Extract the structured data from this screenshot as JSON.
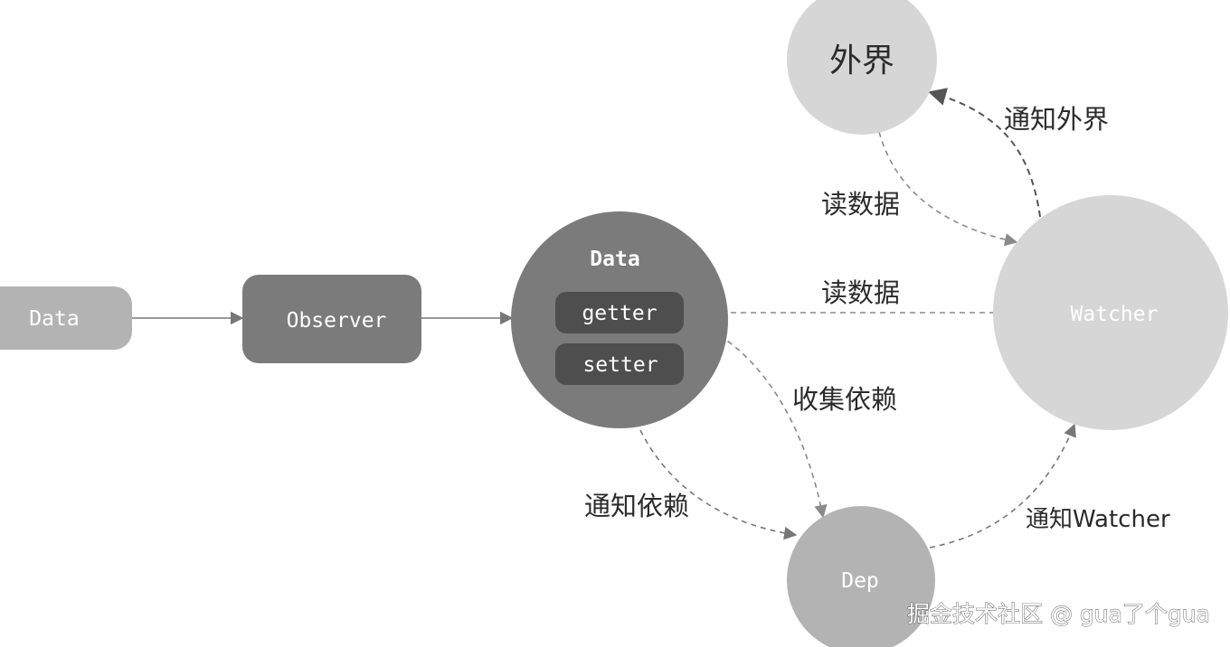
{
  "nodes": {
    "data_source": {
      "label": "Data"
    },
    "observer": {
      "label": "Observer"
    },
    "data_object": {
      "label": "Data",
      "getter": "getter",
      "setter": "setter"
    },
    "outside": {
      "label": "外界"
    },
    "watcher": {
      "label": "Watcher"
    },
    "dep": {
      "label": "Dep"
    }
  },
  "edges": {
    "notify_outside": "通知外界",
    "read_data_outside": "读数据",
    "read_data_watcher": "读数据",
    "collect_deps": "收集依赖",
    "notify_deps": "通知依赖",
    "notify_watcher": "通知Watcher"
  },
  "watermark": "掘金技术社区 @ gua了个gua",
  "colors": {
    "light_gray": "#d6d6d6",
    "mid_gray": "#b3b3b3",
    "dark_gray": "#7b7b7b",
    "darker_gray": "#4e4e4e",
    "arrow_solid": "#777777",
    "arrow_dashed": "#8a8a8a",
    "arrow_dark": "#555555",
    "text_dark": "#2b2b2b"
  }
}
